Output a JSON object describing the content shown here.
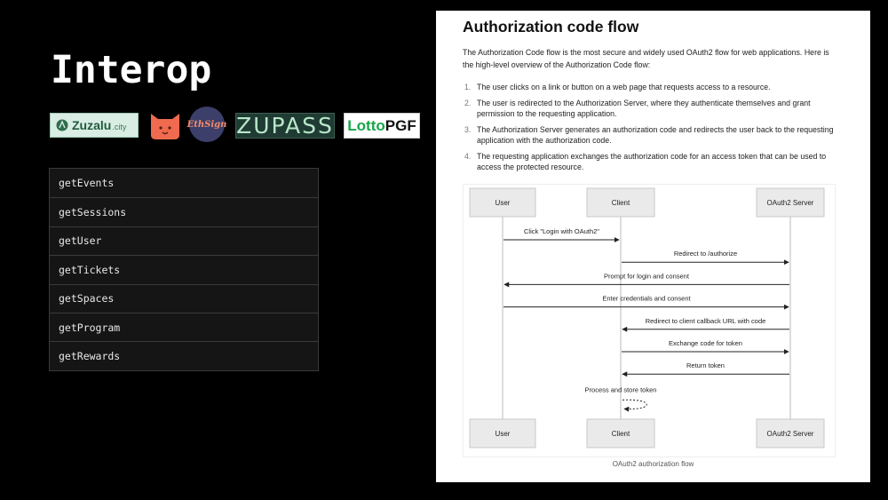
{
  "title": "Interop",
  "logos": {
    "zuzalu": {
      "text": "Zuzalu",
      "suffix": ".city"
    },
    "ethsign": "EthSign",
    "zupass": "ZUPASS",
    "lottopgf": {
      "lotto": "Lotto",
      "pgf": "PGF"
    }
  },
  "methods": [
    "getEvents",
    "getSessions",
    "getUser",
    "getTickets",
    "getSpaces",
    "getProgram",
    "getRewards"
  ],
  "doc": {
    "heading": "Authorization code flow",
    "intro": "The Authorization Code flow is the most secure and widely used OAuth2 flow for web applications. Here is the high-level overview of the Authorization Code flow:",
    "steps": [
      {
        "num": "1.",
        "text": "The user clicks on a link or button on a web page that requests access to a resource."
      },
      {
        "num": "2.",
        "text": "The user is redirected to the Authorization Server, where they authenticate themselves and grant permission to the requesting application."
      },
      {
        "num": "3.",
        "text": "The Authorization Server generates an authorization code and redirects the user back to the requesting application with the authorization code."
      },
      {
        "num": "4.",
        "text": "The requesting application exchanges the authorization code for an access token that can be used to access the protected resource."
      }
    ],
    "caption": "OAuth2 authorization flow"
  },
  "diagram": {
    "participants": [
      "User",
      "Client",
      "OAuth2 Server"
    ],
    "messages": [
      {
        "label": "Click \"Login with OAuth2\"",
        "from": "User",
        "to": "Client"
      },
      {
        "label": "Redirect to /authorize",
        "from": "Client",
        "to": "OAuth2 Server"
      },
      {
        "label": "Prompt for login and consent",
        "from": "OAuth2 Server",
        "to": "User"
      },
      {
        "label": "Enter credentials and consent",
        "from": "User",
        "to": "OAuth2 Server"
      },
      {
        "label": "Redirect to client callback URL with code",
        "from": "OAuth2 Server",
        "to": "Client"
      },
      {
        "label": "Exchange code for token",
        "from": "Client",
        "to": "OAuth2 Server"
      },
      {
        "label": "Return token",
        "from": "OAuth2 Server",
        "to": "Client"
      },
      {
        "label": "Process and store token",
        "from": "Client",
        "to": "Client"
      }
    ]
  }
}
